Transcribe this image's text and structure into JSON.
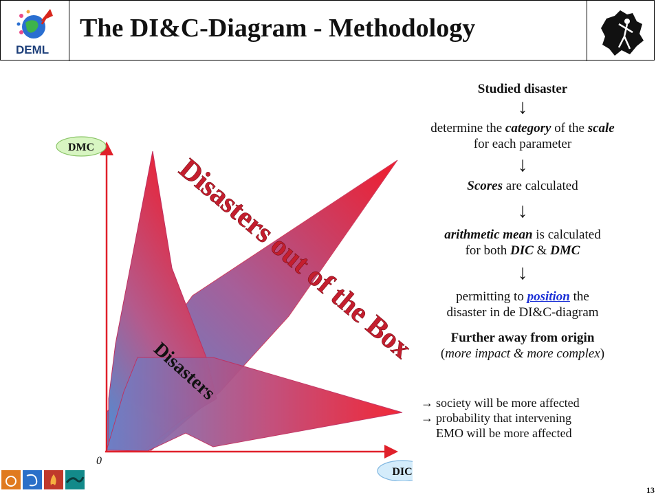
{
  "header": {
    "title": "The DI&C-Diagram - Methodology",
    "logo_text": "DEML"
  },
  "diagram": {
    "y_axis_label": "DMC",
    "x_axis_label": "DIC",
    "origin_label": "0",
    "region_inner": "Disasters",
    "region_outer": "Disasters out of the Box"
  },
  "flow": {
    "step1": "Studied disaster",
    "step2_a": "determine the ",
    "step2_b": "category",
    "step2_c": " of the ",
    "step2_d": "scale",
    "step2_e": "for each parameter",
    "step3_a": "Scores",
    "step3_b": " are calculated",
    "step4_a": "arithmetic mean",
    "step4_b": " is calculated",
    "step4_c": "for both ",
    "step4_d": "DIC",
    "step4_e": " & ",
    "step4_f": "DMC",
    "step5_a": "permitting to ",
    "step5_b": "position",
    "step5_c": " the",
    "step5_d": "disaster in de DI&C-diagram",
    "arrow": "↓"
  },
  "conclusion": {
    "heading": "Further away from origin",
    "sub": "more impact & more complex",
    "bullet_marker": "→",
    "bullet1": "society will be more affected",
    "bullet2_a": "probability that intervening",
    "bullet2_b": "EMO will be more affected"
  },
  "page_number": "13"
}
